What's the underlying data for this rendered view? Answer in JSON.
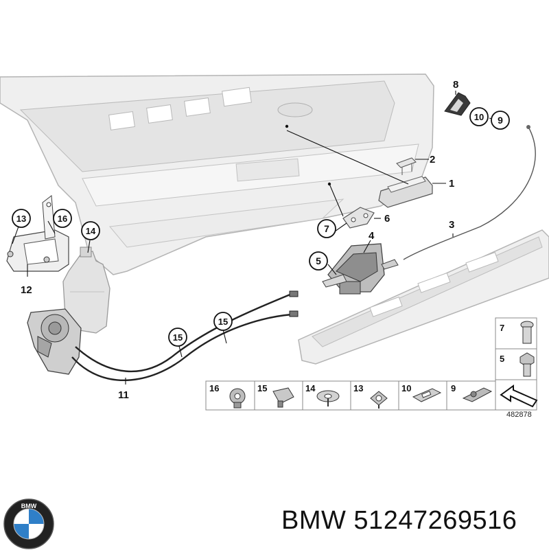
{
  "callouts": {
    "c1": "1",
    "c2": "2",
    "c3": "3",
    "c4": "4",
    "c5": "5",
    "c6": "6",
    "c7": "7",
    "c8": "8",
    "c9": "9",
    "c10": "10",
    "c11": "11",
    "c12": "12",
    "c13": "13",
    "c14": "14",
    "c15a": "15",
    "c15b": "15",
    "c16": "16"
  },
  "parts_table": {
    "bottom_row": [
      "16",
      "15",
      "14",
      "13",
      "10",
      "9"
    ],
    "right_column": [
      "7",
      "5"
    ]
  },
  "diagram_reference": "482878",
  "brand": {
    "logo_letters": "BMW",
    "title": "BMW 51247269516"
  },
  "colors": {
    "part_fill": "#ececec",
    "part_stroke": "#a8a8a8",
    "line": "#111111",
    "logo_blue": "#2f7fc8"
  }
}
